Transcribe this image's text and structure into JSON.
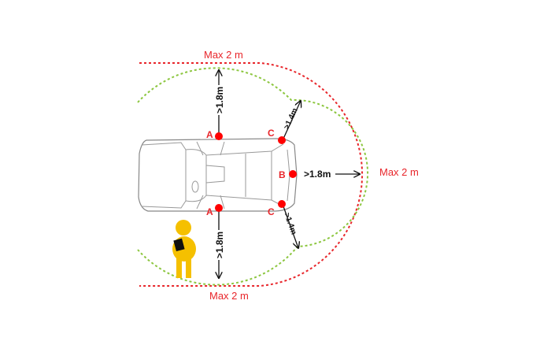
{
  "colors": {
    "max_zone": "#e8262b",
    "min_zone": "#8cc63f",
    "points": "#ff0000",
    "person": "#f5c000"
  },
  "labels": {
    "max_top": "Max 2 m",
    "max_right": "Max 2 m",
    "max_bottom": "Max 2 m"
  },
  "points": {
    "a_top": "A",
    "a_bottom": "A",
    "b": "B",
    "c_top": "C",
    "c_bottom": "C"
  },
  "dimensions": {
    "top": ">1.8m",
    "bottom": ">1.8m",
    "front": ">1.8m",
    "diag_top": ">1.4m",
    "diag_bottom": ">1.4m"
  },
  "icons": {
    "vehicle": "car-top-view",
    "person": "person-with-tablet-icon"
  }
}
